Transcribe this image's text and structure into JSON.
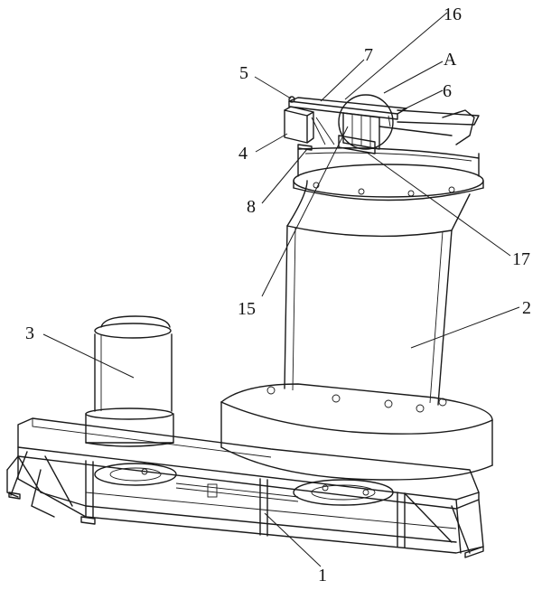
{
  "figure": {
    "callouts": [
      {
        "id": "c1",
        "text": "1"
      },
      {
        "id": "c2",
        "text": "2"
      },
      {
        "id": "c3",
        "text": "3"
      },
      {
        "id": "c4",
        "text": "4"
      },
      {
        "id": "c5",
        "text": "5"
      },
      {
        "id": "c6",
        "text": "6"
      },
      {
        "id": "c7",
        "text": "7"
      },
      {
        "id": "c8",
        "text": "8"
      },
      {
        "id": "c15",
        "text": "15"
      },
      {
        "id": "c16",
        "text": "16"
      },
      {
        "id": "c17",
        "text": "17"
      },
      {
        "id": "cA",
        "text": "A"
      }
    ]
  }
}
